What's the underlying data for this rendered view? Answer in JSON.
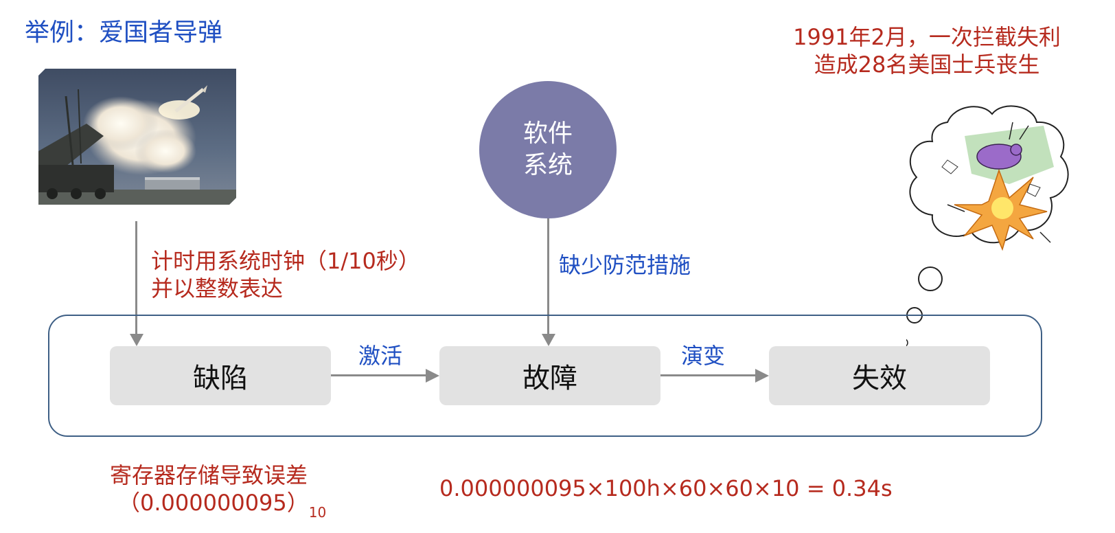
{
  "title": "举例：爱国者导弹",
  "event_note": {
    "line1": "1991年2月，一次拦截失利",
    "line2": "造成28名美国士兵丧生"
  },
  "circle": {
    "line1": "软件",
    "line2": "系统"
  },
  "left_label": {
    "line1": "计时用系统时钟（1/10秒）",
    "line2": "并以整数表达"
  },
  "middle_label": "缺少防范措施",
  "nodes": [
    "缺陷",
    "故障",
    "失效"
  ],
  "edges": [
    "激活",
    "演变"
  ],
  "bottom_left": {
    "line1": "寄存器存储导致误差",
    "line2": "（0.000000095）",
    "subscript": "10"
  },
  "formula": "0.000000095×100h×60×60×10 = 0.34s",
  "colors": {
    "title_blue": "#1f4fc2",
    "note_red": "#b62a1e",
    "circle_fill": "#7b7ba8",
    "node_fill": "#e2e2e2",
    "box_border": "#3e5f85",
    "arrow_gray": "#8a8a8a"
  },
  "icons": [
    "missile-launch-photo",
    "explosion-thought-cloud-icon"
  ]
}
